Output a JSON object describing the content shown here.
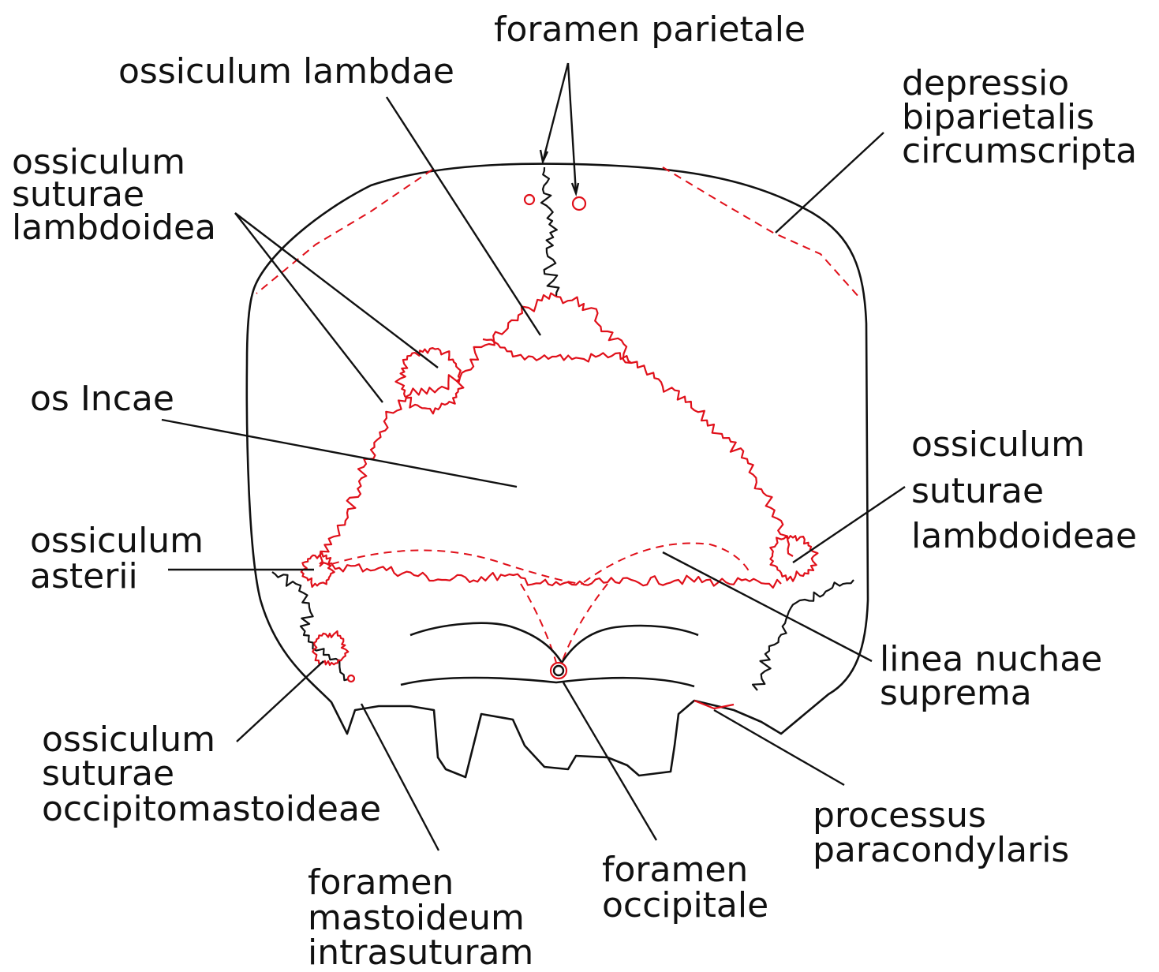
{
  "colors": {
    "outline": "#111111",
    "anomaly": "#e0101a",
    "background": "#ffffff"
  },
  "labels": {
    "foramen_parietale": [
      "foramen parietale"
    ],
    "ossiculum_lambdae": [
      "ossiculum lambdae"
    ],
    "depressio": [
      "depressio",
      "biparietalis",
      "circumscripta"
    ],
    "ossiculum_suturae_lambdoidea": [
      "ossiculum",
      "suturae",
      "lambdoidea"
    ],
    "os_incae": [
      "os Incae"
    ],
    "ossiculum_suturae_lambdoideae": [
      "ossiculum",
      "suturae",
      "lambdoideae"
    ],
    "ossiculum_asterii": [
      "ossiculum",
      "asterii"
    ],
    "linea_nuchae_suprema": [
      "linea nuchae",
      "suprema"
    ],
    "ossiculum_suturae_occipitomastoideae": [
      "ossiculum",
      "suturae",
      "occipitomastoideae"
    ],
    "processus_paracondylaris": [
      "processus",
      "paracondylaris"
    ],
    "foramen_mastoideum": [
      "foramen",
      "mastoideum",
      "intrasuturam"
    ],
    "foramen_occipitale": [
      "foramen",
      "occipitale"
    ]
  }
}
